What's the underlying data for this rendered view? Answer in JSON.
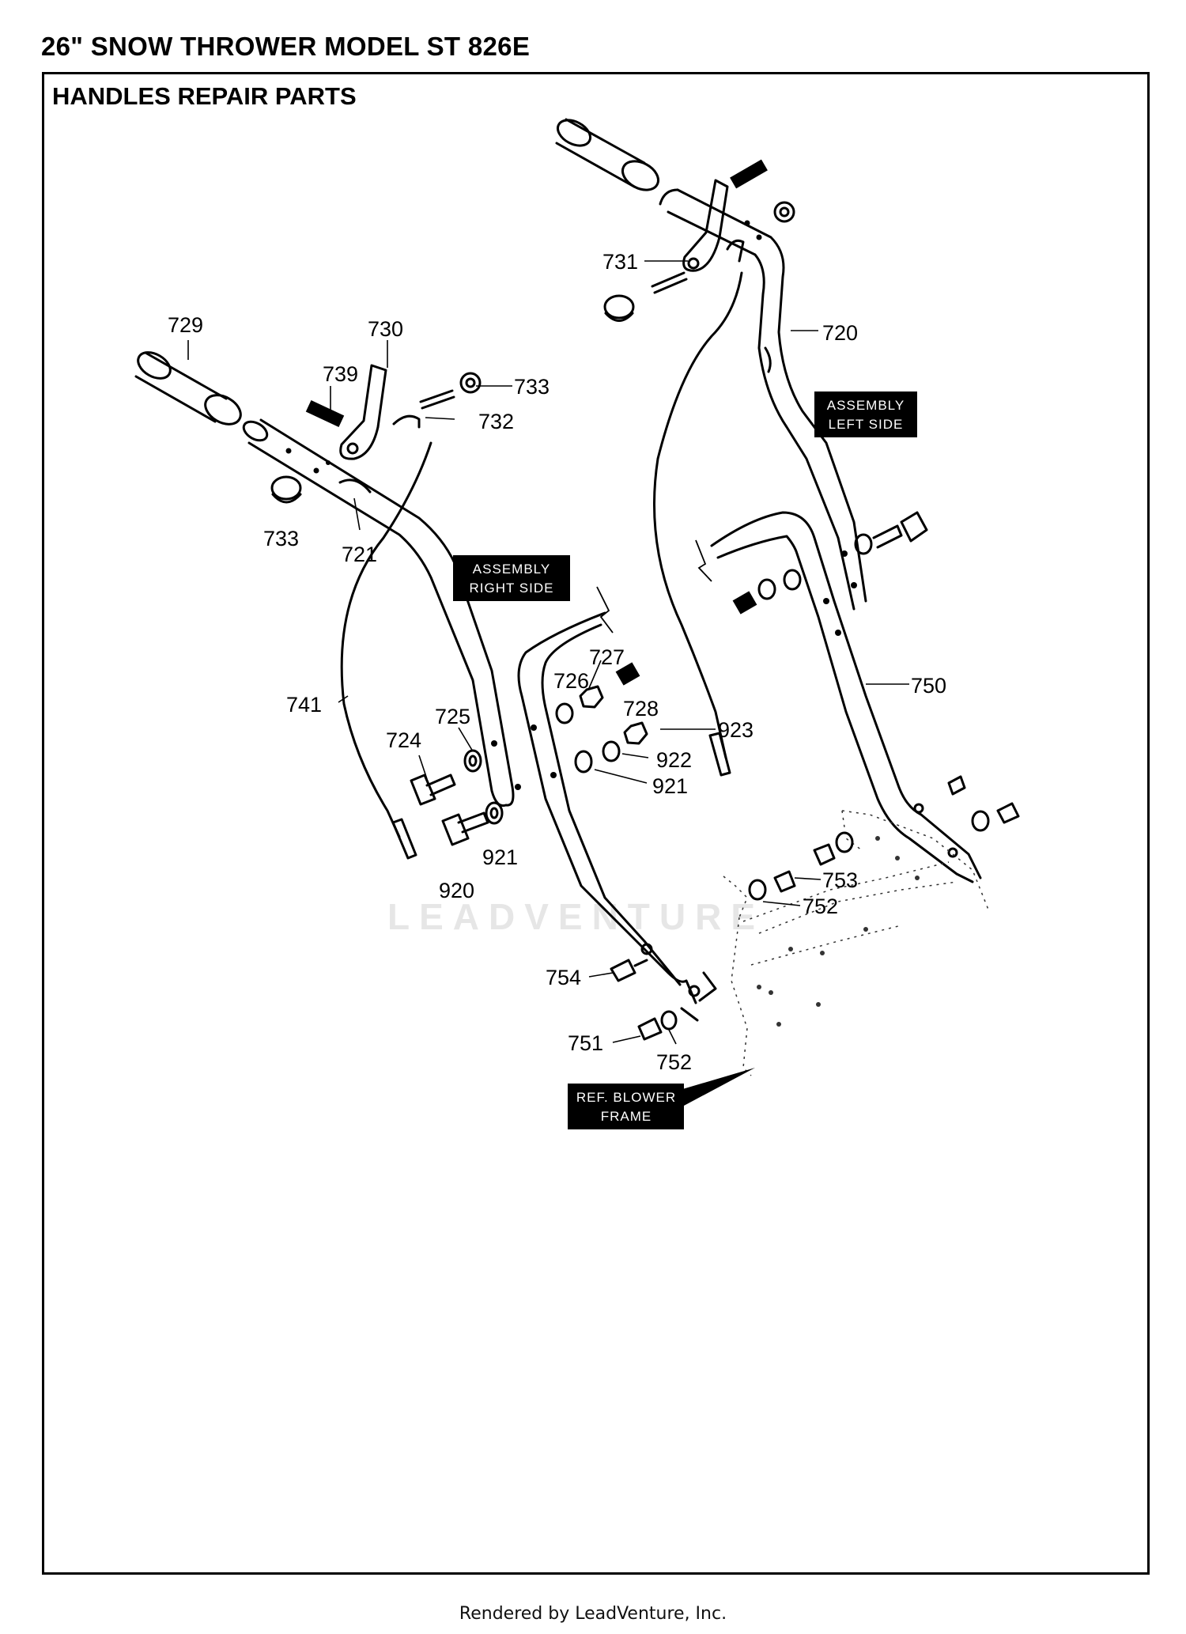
{
  "document": {
    "title": "26\" SNOW THROWER MODEL ST 826E",
    "section": "HANDLES  REPAIR PARTS",
    "footer": "Rendered by LeadVenture, Inc.",
    "watermark": "LEADVENTURE"
  },
  "callouts": {
    "assembly_right": [
      "ASSEMBLY",
      "RIGHT SIDE"
    ],
    "assembly_left": [
      "ASSEMBLY",
      "LEFT SIDE"
    ],
    "ref_blower": [
      "REF. BLOWER",
      "FRAME"
    ]
  },
  "part_labels": [
    "729",
    "730",
    "739",
    "733",
    "732",
    "733",
    "721",
    "741",
    "725",
    "724",
    "920",
    "921",
    "726",
    "727",
    "728",
    "923",
    "922",
    "921",
    "731",
    "720",
    "750",
    "753",
    "752",
    "754",
    "751",
    "752"
  ],
  "colors": {
    "ink": "#000000",
    "callout_bg": "#000000",
    "callout_text": "#ffffff",
    "watermark": "#e6e6e6"
  }
}
